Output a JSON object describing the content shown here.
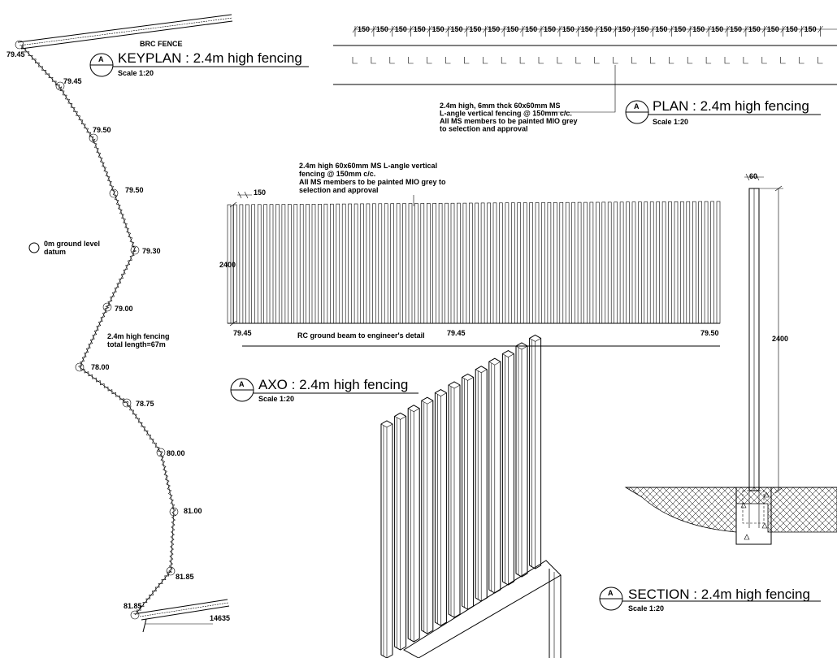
{
  "keyplan": {
    "bubble": "A",
    "title": "KEYPLAN : 2.4m high fencing",
    "scale": "Scale 1:20",
    "brc_label": "BRC FENCE",
    "datum_label_1": "0m ground level",
    "datum_label_2": "datum",
    "fence_note_1": "2.4m high fencing",
    "fence_note_2": "total length=67m",
    "end_dim": "14635",
    "levels": [
      "79.45",
      "79.45",
      "79.50",
      "79.50",
      "79.30",
      "79.00",
      "78.00",
      "78.75",
      "80.00",
      "81.00",
      "81.85",
      "81.85"
    ]
  },
  "plan": {
    "bubble": "A",
    "title": "PLAN : 2.4m high fencing",
    "scale": "Scale 1:20",
    "spacing_label": "150",
    "note": [
      "2.4m high, 6mm thck 60x60mm MS",
      "L-angle vertical fencing @ 150mm c/c.",
      "All MS members to be painted MIO grey",
      "to selection and approval"
    ]
  },
  "elevation": {
    "note": [
      "2.4m high 60x60mm MS L-angle vertical",
      "fencing @ 150mm c/c.",
      "All MS members to be painted MIO grey to",
      "selection and approval"
    ],
    "spacing_label": "150",
    "height_label": "2400",
    "level_left": "79.45",
    "level_mid": "79.45",
    "level_right": "79.50",
    "beam_label": "RC ground beam to engineer's detail"
  },
  "axo": {
    "bubble": "A",
    "title": "AXO : 2.4m high fencing",
    "scale": "Scale 1:20"
  },
  "section": {
    "bubble": "A",
    "title": "SECTION : 2.4m high fencing",
    "scale": "Scale 1:20",
    "width_label": "60",
    "height_label": "2400"
  }
}
